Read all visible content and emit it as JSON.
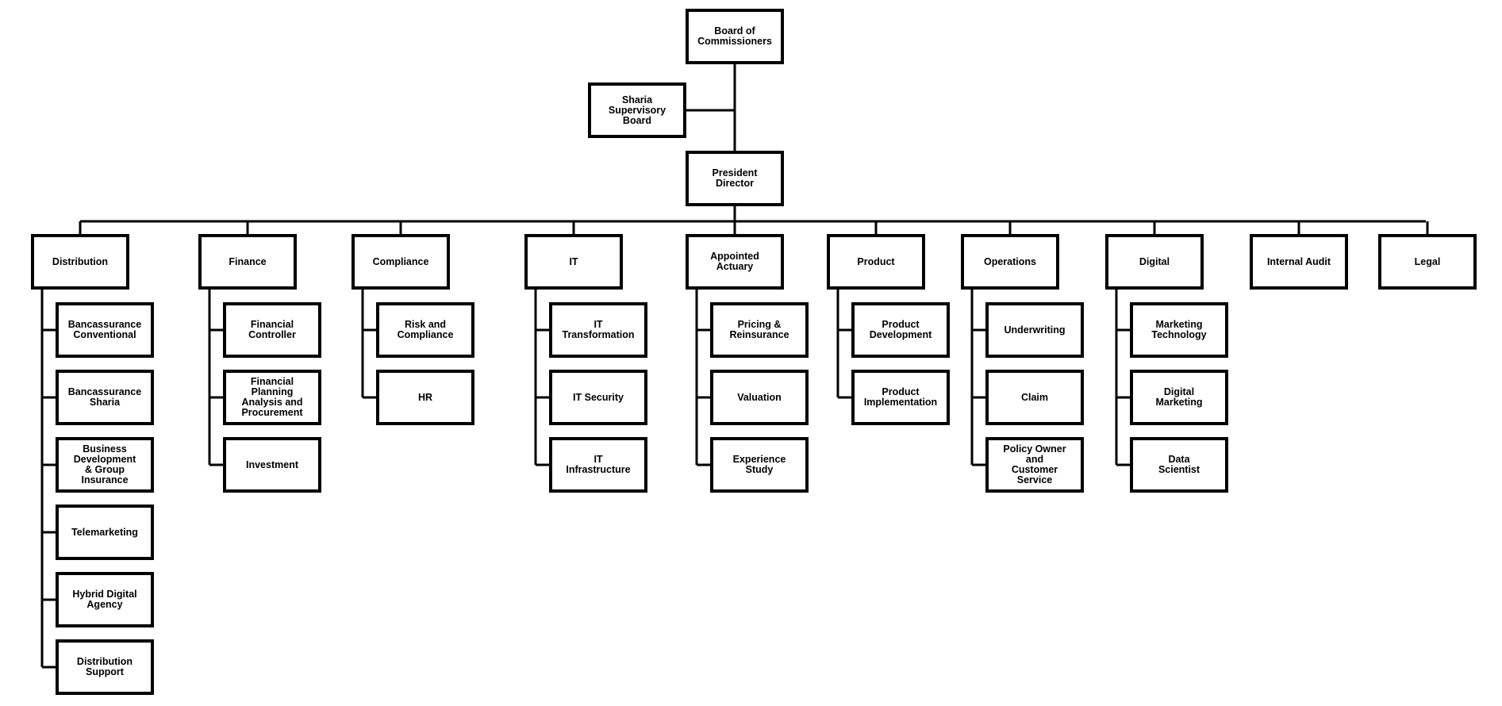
{
  "board": "Board of\nCommissioners",
  "sharia": "Sharia\nSupervisory\nBoard",
  "president": "President\nDirector",
  "departments": [
    {
      "label": "Distribution",
      "children": [
        "Bancassurance\nConventional",
        "Bancassurance\nSharia",
        "Business\nDevelopment\n& Group\nInsurance",
        "Telemarketing",
        "Hybrid Digital\nAgency",
        "Distribution\nSupport"
      ]
    },
    {
      "label": "Finance",
      "children": [
        "Financial\nController",
        "Financial\nPlanning\nAnalysis and\nProcurement",
        "Investment"
      ]
    },
    {
      "label": "Compliance",
      "children": [
        "Risk and\nCompliance",
        "HR"
      ]
    },
    {
      "label": "IT",
      "children": [
        "IT\nTransformation",
        "IT Security",
        "IT\nInfrastructure"
      ]
    },
    {
      "label": "Appointed\nActuary",
      "children": [
        "Pricing &\nReinsurance",
        "Valuation",
        "Experience\nStudy"
      ]
    },
    {
      "label": "Product",
      "children": [
        "Product\nDevelopment",
        "Product\nImplementation"
      ]
    },
    {
      "label": "Operations",
      "children": [
        "Underwriting",
        "Claim",
        "Policy Owner\nand\nCustomer\nService"
      ]
    },
    {
      "label": "Digital",
      "children": [
        "Marketing\nTechnology",
        "Digital\nMarketing",
        "Data\nScientist"
      ]
    },
    {
      "label": "Internal Audit",
      "children": []
    },
    {
      "label": "Legal",
      "children": []
    }
  ]
}
